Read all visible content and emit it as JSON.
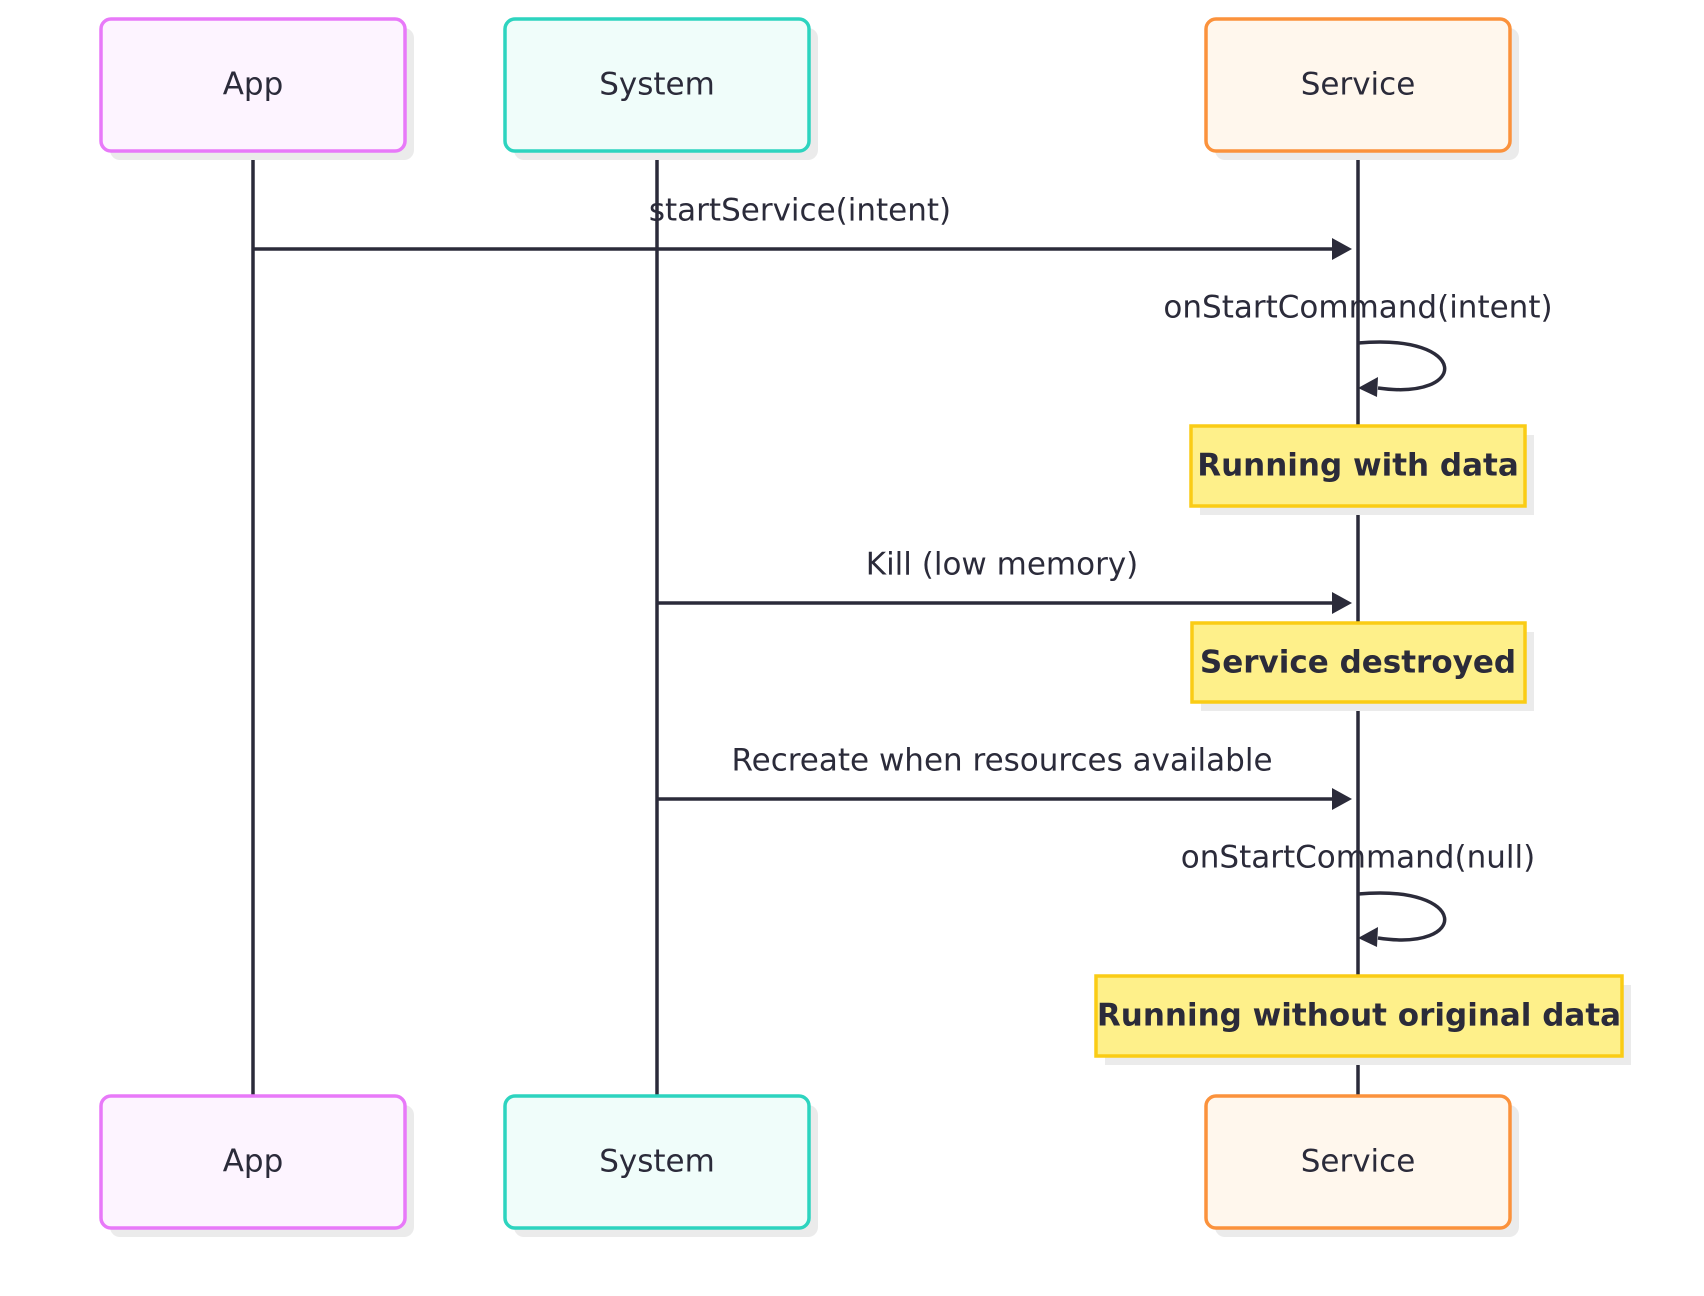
{
  "colors": {
    "line": "#2b2b3a",
    "app_border": "#e879f9",
    "app_fill": "#fdf4ff",
    "system_border": "#2dd4bf",
    "system_fill": "#f0fdfa",
    "service_border": "#fb923c",
    "service_fill": "#fff7ed",
    "note_border": "#facc15",
    "note_fill": "#fef08a",
    "shadow": "#ebebeb"
  },
  "participants": {
    "app": {
      "label": "App"
    },
    "system": {
      "label": "System"
    },
    "service": {
      "label": "Service"
    }
  },
  "messages": {
    "start_service": {
      "label": "startService(intent)",
      "from": "App",
      "to": "Service"
    },
    "on_start_command_intent": {
      "label": "onStartCommand(intent)",
      "from": "Service",
      "to": "Service"
    },
    "kill": {
      "label": "Kill (low memory)",
      "from": "System",
      "to": "Service"
    },
    "recreate": {
      "label": "Recreate when resources available",
      "from": "System",
      "to": "Service"
    },
    "on_start_command_null": {
      "label": "onStartCommand(null)",
      "from": "Service",
      "to": "Service"
    }
  },
  "notes": {
    "running_with_data": {
      "label": "Running with data"
    },
    "service_destroyed": {
      "label": "Service destroyed"
    },
    "running_without_data": {
      "label": "Running without original data"
    }
  }
}
